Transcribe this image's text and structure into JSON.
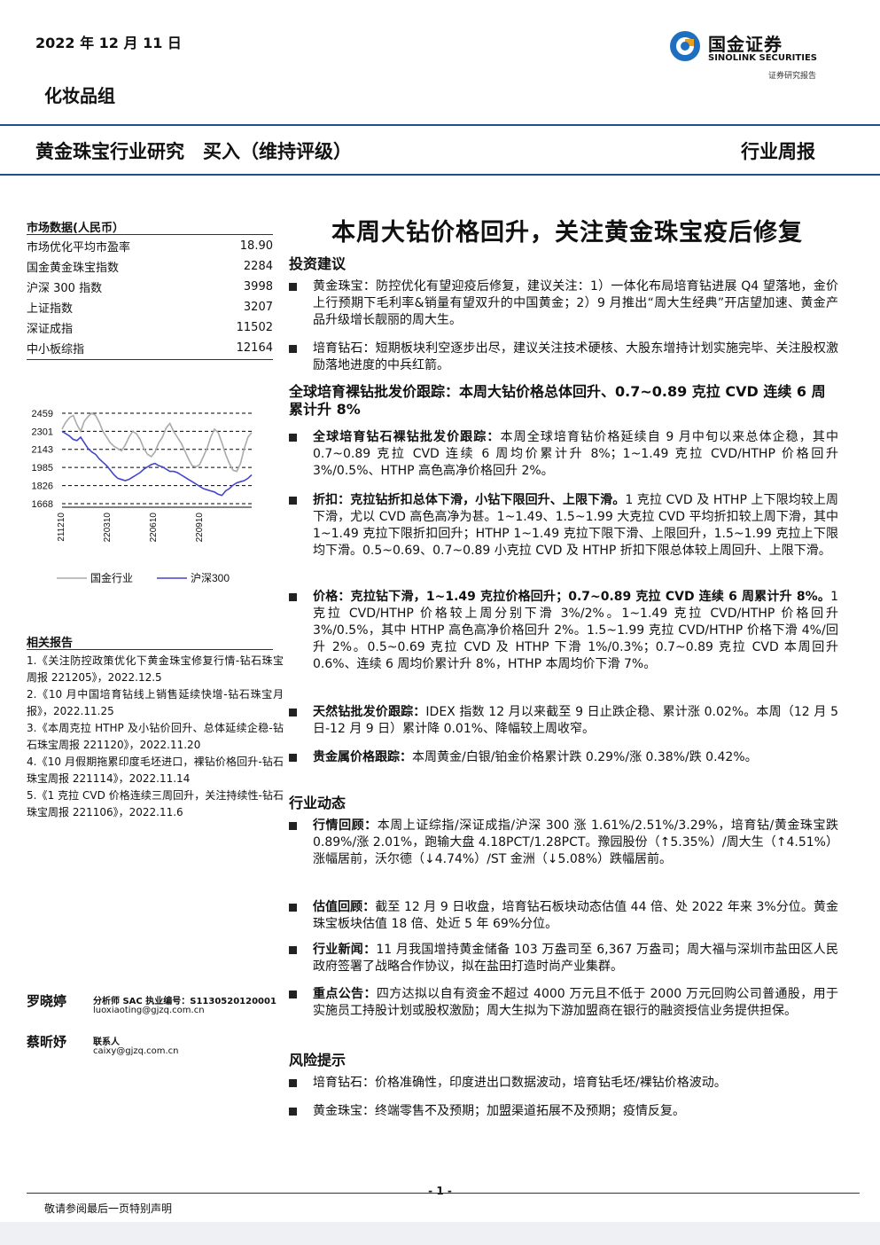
{
  "header": {
    "date": "2022 年 12 月 11 日",
    "logo_name": "国金证券",
    "logo_en": "SINOLINK SECURITIES",
    "logo_sub": "证券研究报告",
    "group": "化妆品组",
    "research": "黄金珠宝行业研究　买入（维持评级）",
    "report_type": "行业周报"
  },
  "sidebar": {
    "market_title": "市场数据(人民币）",
    "market_rows": [
      {
        "label": "市场优化平均市盈率",
        "value": "18.90"
      },
      {
        "label": "国金黄金珠宝指数",
        "value": "2284"
      },
      {
        "label": "沪深 300 指数",
        "value": "3998"
      },
      {
        "label": "上证指数",
        "value": "3207"
      },
      {
        "label": "深证成指",
        "value": "11502"
      },
      {
        "label": "中小板综指",
        "value": "12164"
      }
    ],
    "related_title": "相关报告",
    "related": [
      "1.《关注防控政策优化下黄金珠宝修复行情-钻石珠宝周报 221205》，2022.12.5",
      "2.《10 月中国培育钻线上销售延续快增-钻石珠宝月报》，2022.11.25",
      "3.《本周克拉 HTHP 及小钻价回升、总体延续企稳-钻石珠宝周报 221120》，2022.11.20",
      "4.《10 月假期拖累印度毛坯进口，裸钻价格回升-钻石珠宝周报 221114》，2022.11.14",
      "5.《1 克拉 CVD 价格连续三周回升，关注持续性-钻石珠宝周报 221106》，2022.11.6"
    ],
    "analysts": [
      {
        "name": "罗晓婷",
        "role": "分析师 SAC 执业编号：S1130520120001",
        "email": "luoxiaoting@gjzq.com.cn"
      },
      {
        "name": "蔡昕妤",
        "role": "联系人",
        "email": "caixy@gjzq.com.cn"
      }
    ]
  },
  "chart_data": {
    "type": "line",
    "y_ticks": [
      "2459",
      "2301",
      "2143",
      "1985",
      "1826",
      "1668"
    ],
    "x_ticks": [
      "211210",
      "220310",
      "220610",
      "220910"
    ],
    "ylim": [
      1668,
      2459
    ],
    "series": [
      {
        "name": "国金行业",
        "color": "#aaaaaa",
        "values": [
          2320,
          2380,
          2420,
          2440,
          2360,
          2300,
          2390,
          2430,
          2460,
          2440,
          2380,
          2300,
          2250,
          2200,
          2170,
          2150,
          2130,
          2180,
          2250,
          2300,
          2280,
          2230,
          2150,
          2100,
          2080,
          2120,
          2200,
          2250,
          2330,
          2370,
          2300,
          2250,
          2200,
          2130,
          2060,
          2000,
          1990,
          2010,
          2080,
          2150,
          2250,
          2320,
          2290,
          2200,
          2100,
          2020,
          1960,
          1950,
          2020,
          2150,
          2250,
          2290
        ]
      },
      {
        "name": "沪深300",
        "color": "#4444cc",
        "values": [
          2300,
          2280,
          2260,
          2230,
          2220,
          2250,
          2200,
          2150,
          2120,
          2100,
          2060,
          2030,
          2000,
          1960,
          1920,
          1890,
          1880,
          1870,
          1880,
          1900,
          1920,
          1940,
          1970,
          1990,
          2010,
          2020,
          2000,
          1990,
          1970,
          1950,
          1950,
          1940,
          1920,
          1900,
          1880,
          1860,
          1840,
          1820,
          1800,
          1790,
          1780,
          1770,
          1750,
          1740,
          1780,
          1800,
          1830,
          1850,
          1860,
          1870,
          1890,
          1920
        ]
      }
    ]
  },
  "main": {
    "title": "本周大钻价格回升，关注黄金珠宝疫后修复",
    "sec1": "投资建议",
    "b1": "黄金珠宝：防控优化有望迎疫后修复，建议关注：1）一体化布局培育钻进展 Q4 望落地，金价上行预期下毛利率&销量有望双升的中国黄金；2）9 月推出“周大生经典”开店望加速、黄金产品升级增长靓丽的周大生。",
    "b2": "培育钻石：短期板块利空逐步出尽，建议关注技术硬核、大股东增持计划实施完毕、关注股权激励落地进度的中兵红箭。",
    "sub1": "全球培育裸钻批发价跟踪：本周大钻价格总体回升、0.7~0.89 克拉 CVD 连续 6 周累计升 8%",
    "b3_bold": "全球培育钻石裸钻批发价跟踪：",
    "b3": "本周全球培育钻价格延续自 9 月中旬以来总体企稳，其中 0.7~0.89 克拉 CVD 连续 6 周均价累计升 8%；1~1.49 克拉 CVD/HTHP 价格回升 3%/0.5%、HTHP 高色高净价格回升 2%。",
    "b4_bold": "折扣：克拉钻折扣总体下滑，小钻下限回升、上限下滑。",
    "b4": "1 克拉 CVD 及 HTHP 上下限均较上周下滑，尤以 CVD 高色高净为甚。1~1.49、1.5~1.99 大克拉 CVD 平均折扣较上周下滑，其中 1~1.49 克拉下限折扣回升；HTHP 1~1.49 克拉下限下滑、上限回升，1.5~1.99 克拉上下限均下滑。0.5~0.69、0.7~0.89 小克拉 CVD 及 HTHP 折扣下限总体较上周回升、上限下滑。",
    "b5_bold": "价格：克拉钻下滑，1~1.49 克拉价格回升；0.7~0.89 克拉 CVD 连续 6 周累计升 8%。",
    "b5": "1 克拉 CVD/HTHP 价格较上周分别下滑 3%/2%。1~1.49 克拉 CVD/HTHP 价格回升 3%/0.5%，其中 HTHP 高色高净价格回升 2%。1.5~1.99 克拉 CVD/HTHP 价格下滑 4%/回升 2%。0.5~0.69 克拉 CVD 及 HTHP 下滑 1%/0.3%；0.7~0.89 克拉 CVD 本周回升 0.6%、连续 6 周均价累计升 8%，HTHP 本周均价下滑 7%。",
    "b6_bold": "天然钻批发价跟踪：",
    "b6": "IDEX 指数 12 月以来截至 9 日止跌企稳、累计涨 0.02%。本周（12 月 5 日-12 月 9 日）累计降 0.01%、降幅较上周收窄。",
    "b7_bold": "贵金属价格跟踪：",
    "b7": "本周黄金/白银/铂金价格累计跌 0.29%/涨 0.38%/跌 0.42%。",
    "sec2": "行业动态",
    "b8_bold": "行情回顾：",
    "b8": "本周上证综指/深证成指/沪深 300 涨 1.61%/2.51%/3.29%，培育钻/黄金珠宝跌 0.89%/涨 2.01%，跑输大盘 4.18PCT/1.28PCT。豫园股份（↑5.35%）/周大生（↑4.51%）涨幅居前，沃尔德（↓4.74%）/ST 金洲（↓5.08%）跌幅居前。",
    "b9_bold": "估值回顾：",
    "b9": "截至 12 月 9 日收盘，培育钻石板块动态估值 44 倍、处 2022 年来 3%分位。黄金珠宝板块估值 18 倍、处近 5 年 69%分位。",
    "b10_bold": "行业新闻：",
    "b10": "11 月我国增持黄金储备 103 万盎司至 6,367 万盎司；周大福与深圳市盐田区人民政府签署了战略合作协议，拟在盐田打造时尚产业集群。",
    "b11_bold": "重点公告：",
    "b11": "四方达拟以自有资金不超过 4000 万元且不低于 2000 万元回购公司普通股，用于实施员工持股计划或股权激励；周大生拟为下游加盟商在银行的融资授信业务提供担保。",
    "sec3": "风险提示",
    "b12": "培育钻石：价格准确性，印度进出口数据波动，培育钻毛坯/裸钻价格波动。",
    "b13": "黄金珠宝：终端零售不及预期；加盟渠道拓展不及预期；疫情反复。"
  },
  "footer": {
    "page": "- 1 -",
    "disclaimer": "敬请参阅最后一页特别声明"
  }
}
